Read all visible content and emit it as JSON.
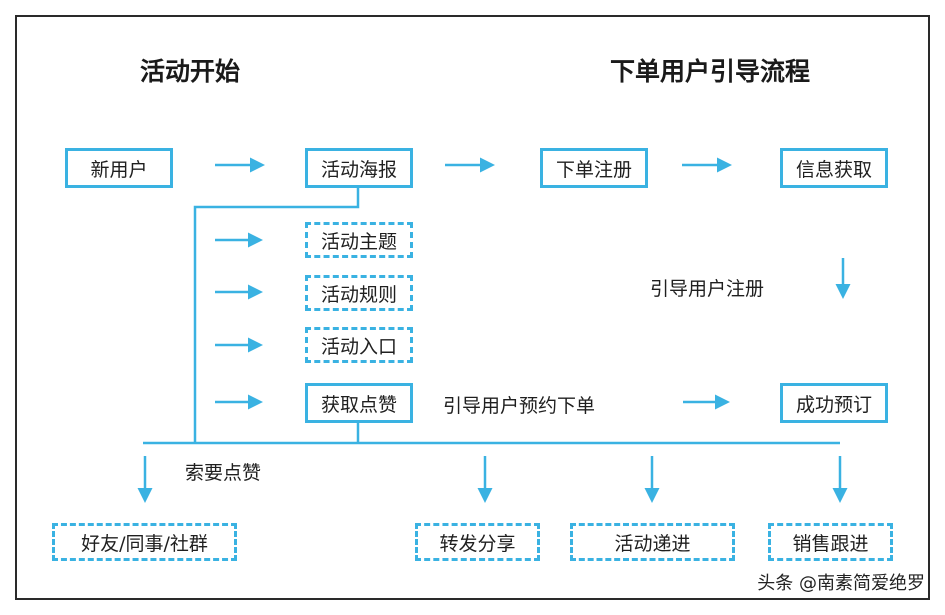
{
  "titles": {
    "left": "活动开始",
    "right": "下单用户引导流程"
  },
  "nodes": {
    "new_user": "新用户",
    "poster": "活动海报",
    "order_register": "下单注册",
    "info_acquire": "信息获取",
    "theme": "活动主题",
    "rules": "活动规则",
    "entry": "活动入口",
    "get_likes": "获取点赞",
    "success_booking": "成功预订",
    "friends": "好友/同事/社群",
    "forward_share": "转发分享",
    "activity_delivery": "活动递进",
    "sales_follow": "销售跟进"
  },
  "labels": {
    "guide_register": "引导用户注册",
    "guide_booking": "引导用户预约下单",
    "ask_likes": "索要点赞"
  },
  "colors": {
    "accent": "#3ab2e2",
    "text": "#1f1f1f",
    "frame": "#2a2a2a"
  },
  "watermark": "头条 @南素简爱绝罗"
}
